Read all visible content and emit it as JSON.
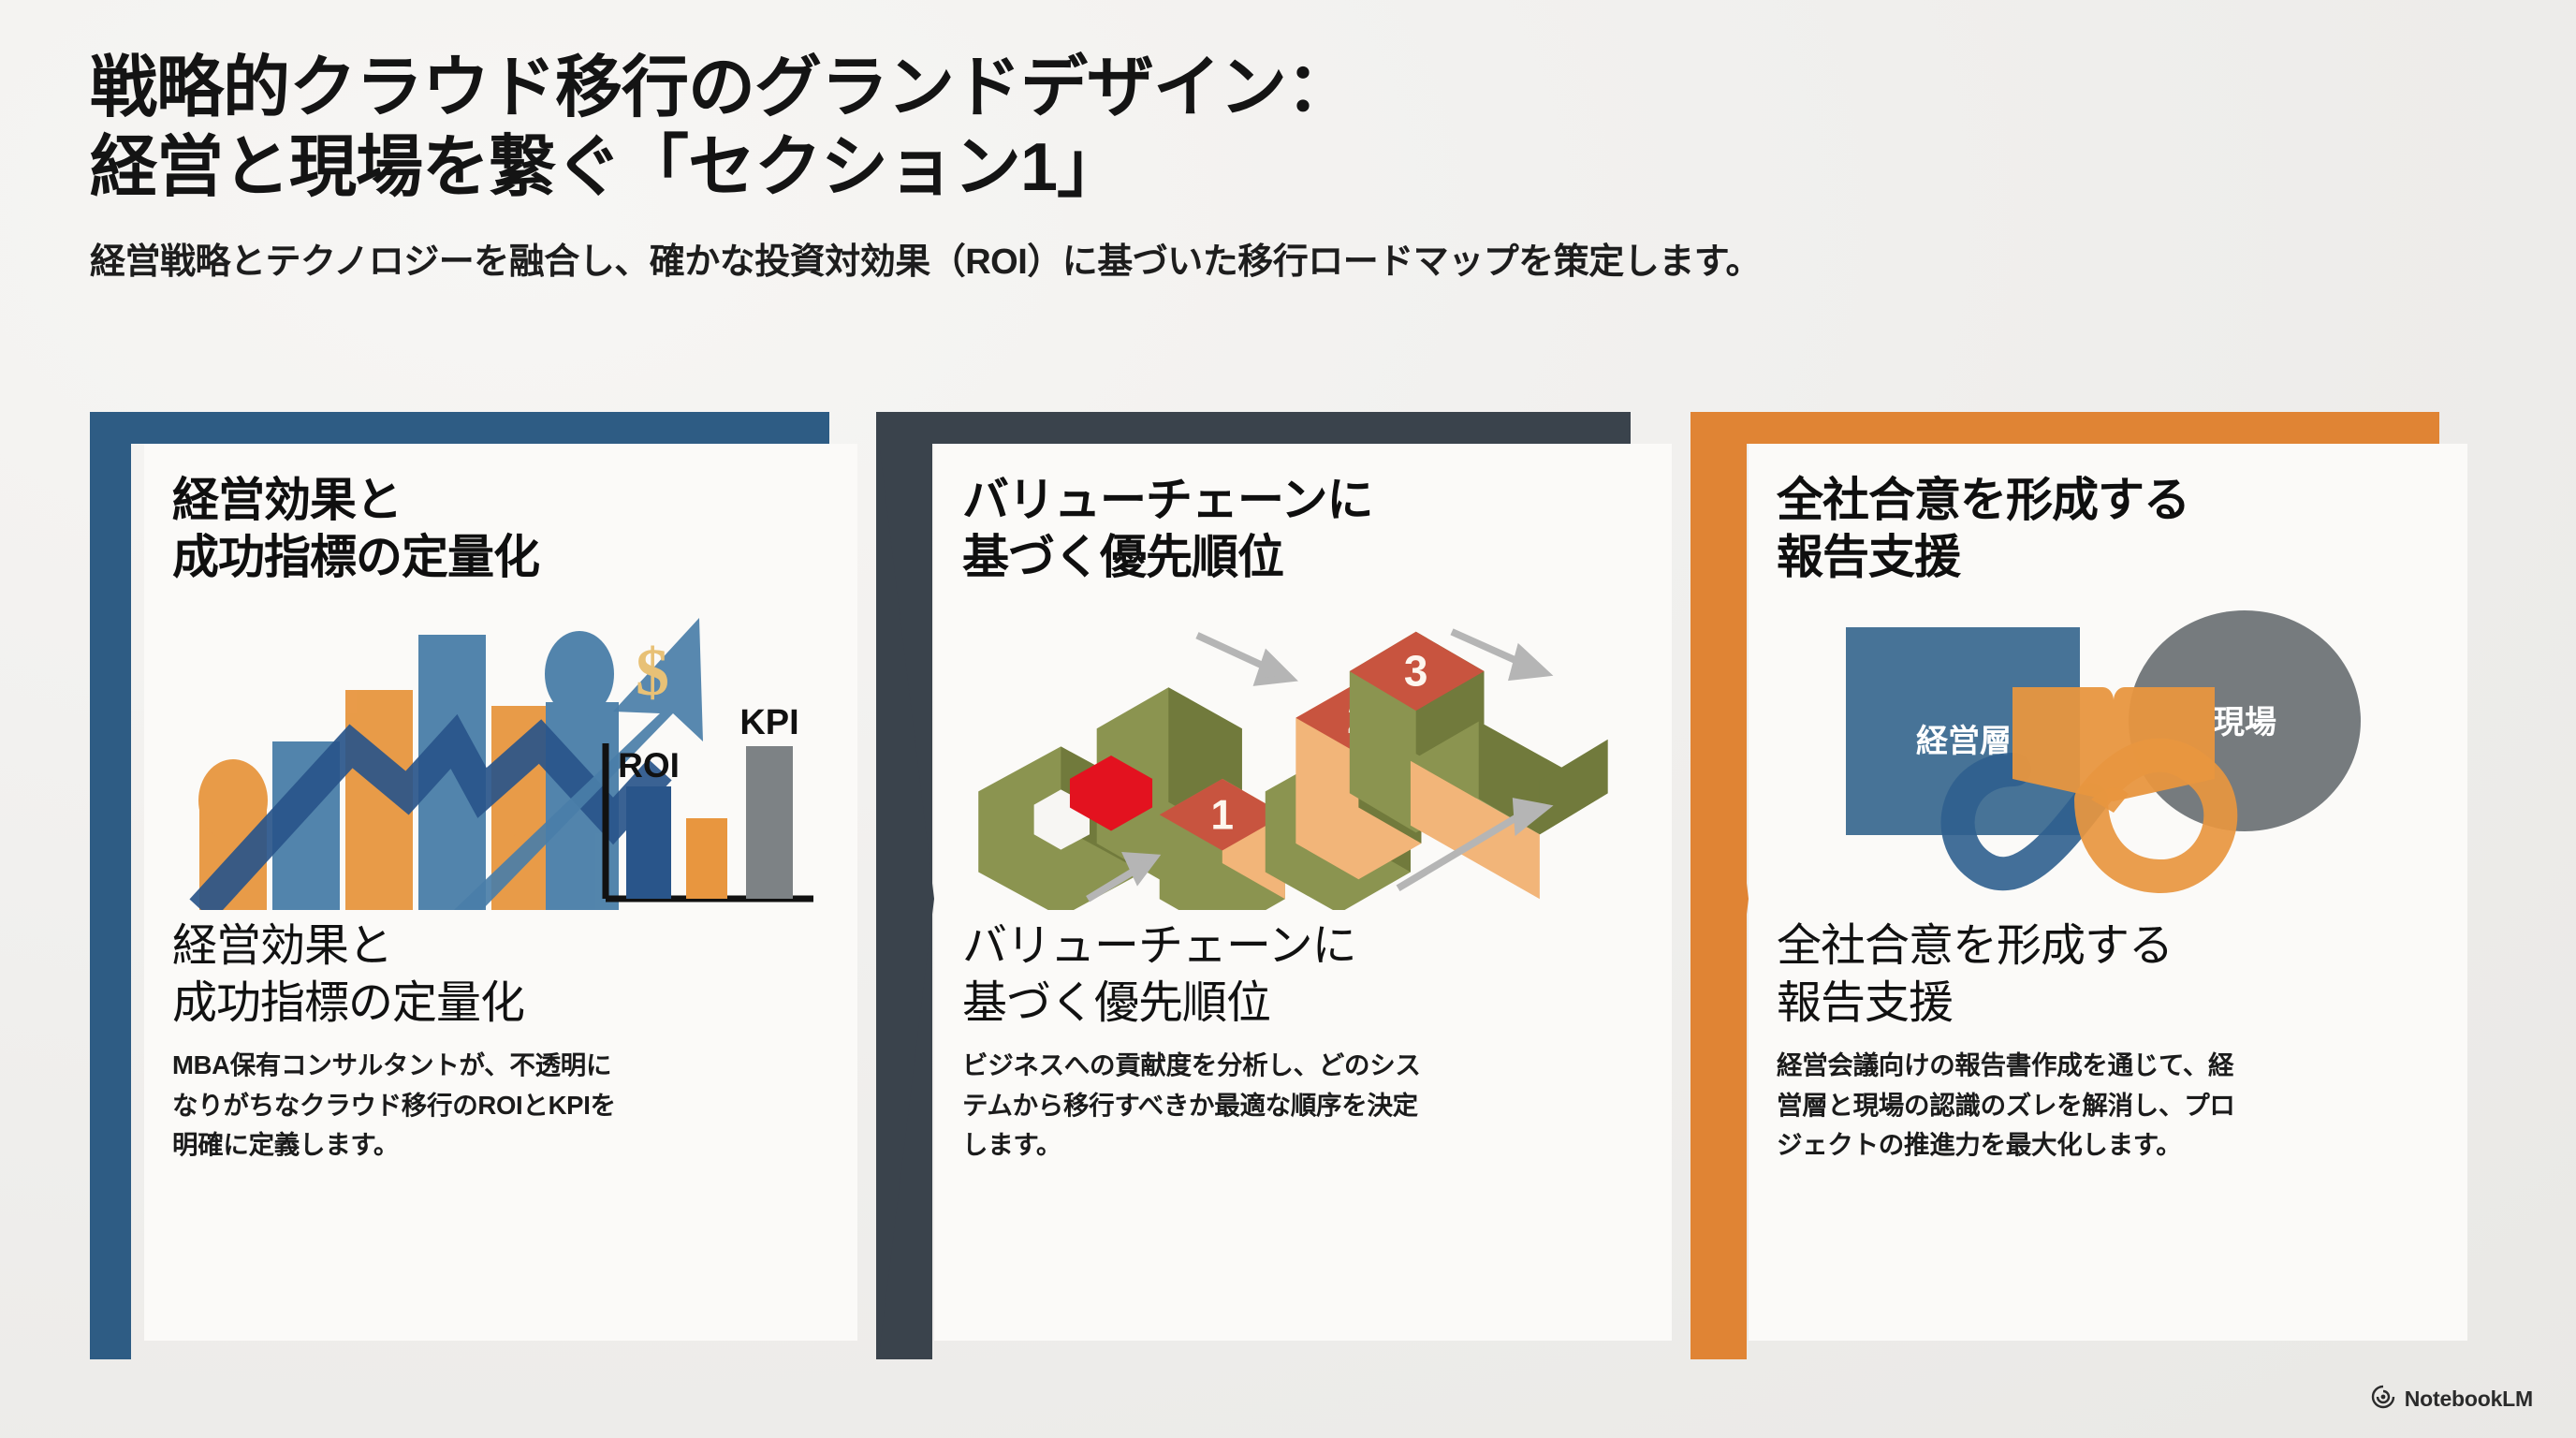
{
  "header": {
    "title_line1": "戦略的クラウド移行のグランドデザイン：",
    "title_line2": "経営と現場を繋ぐ「セクション1」",
    "subtitle": "経営戦略とテクノロジーを融合し、確かな投資対効果（ROI）に基づいた移行ロードマップを策定します。"
  },
  "colors": {
    "background": "#f0efec",
    "card1_accent": "#2e5c84",
    "card2_accent": "#3a434c",
    "card3_accent": "#e08434",
    "blue": "#4a7ea8",
    "dark_blue": "#29558a",
    "orange": "#e8963f",
    "gray": "#7d8285",
    "olive": "#8d9450",
    "red": "#c2443b",
    "bright_red": "#e3121f",
    "peach": "#f2b579",
    "arrow_gray": "#b5b5b5",
    "text": "#141414"
  },
  "cards": [
    {
      "accent": "#2e5c84",
      "kicker": "経営効果と\n成功指標の定量化",
      "heading": "経営効果と\n成功指標の定量化",
      "body": "MBA保有コンサルタントが、不透明に\nなりがちなクラウド移行のROIとKPIを\n明確に定義します。",
      "art": {
        "type": "bar-chart-growth",
        "labels": [
          "ROI",
          "KPI",
          "$"
        ],
        "mini_chart": {
          "type": "bar",
          "categories": [
            "ROI",
            "",
            "KPI"
          ],
          "values": [
            62,
            38,
            85
          ],
          "colors": [
            "#29558a",
            "#e8963f",
            "#7d8285"
          ],
          "ylim": [
            0,
            100
          ]
        },
        "backdrop_bars": {
          "type": "bar",
          "categories": [
            "b1",
            "b2",
            "b3",
            "b4",
            "b5",
            "b6"
          ],
          "values": [
            38,
            62,
            78,
            100,
            72,
            74
          ],
          "colors": [
            "#e8963f",
            "#4a7ea8",
            "#e8963f",
            "#4a7ea8",
            "#e8963f",
            "#4a7ea8"
          ],
          "ylim": [
            0,
            100
          ]
        }
      }
    },
    {
      "accent": "#3a434c",
      "kicker": "バリューチェーンに\n基づく優先順位",
      "heading": "バリューチェーンに\n基づく優先順位",
      "body": "ビジネスへの貢献度を分析し、どのシス\nテムから移行すべきか最適な順序を決定\nします。",
      "art": {
        "type": "isometric-blocks",
        "block_labels": [
          "1",
          "2",
          "3"
        ],
        "block_heights": [
          1,
          2,
          3
        ],
        "arrow_count": 3
      }
    },
    {
      "accent": "#e08434",
      "kicker": "全社合意を形成する\n報告支援",
      "heading": "全社合意を形成する\n報告支援",
      "body": "経営会議向けの報告書作成を通じて、経\n営層と現場の認識のズレを解消し、プロ\nジェクトの推進力を最大化します。",
      "art": {
        "type": "alignment-diagram",
        "square_label": "経営層",
        "circle_label": "現場",
        "center_shape": "book-heart",
        "loop_shape": "infinity"
      }
    }
  ],
  "watermark": {
    "label": "NotebookLM",
    "icon": "notebooklm-spiral-icon"
  }
}
